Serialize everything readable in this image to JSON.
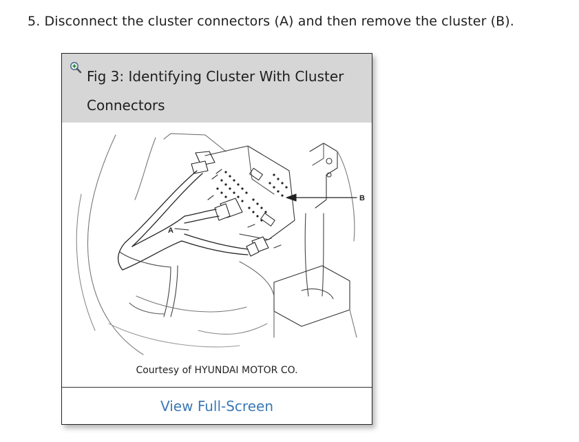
{
  "step": {
    "text": "5. Disconnect the cluster connectors (A) and then remove the cluster (B)."
  },
  "figure": {
    "title": "Fig 3: Identifying Cluster With Cluster Connectors",
    "zoom_icon": "magnifier-plus-icon",
    "label_a": "A",
    "label_b": "B",
    "credit": "Courtesy of HYUNDAI MOTOR CO.",
    "view_full_label": "View Full-Screen"
  },
  "colors": {
    "header_bg": "#d6d6d6",
    "link": "#3a78b5",
    "text": "#1e1e1e"
  }
}
